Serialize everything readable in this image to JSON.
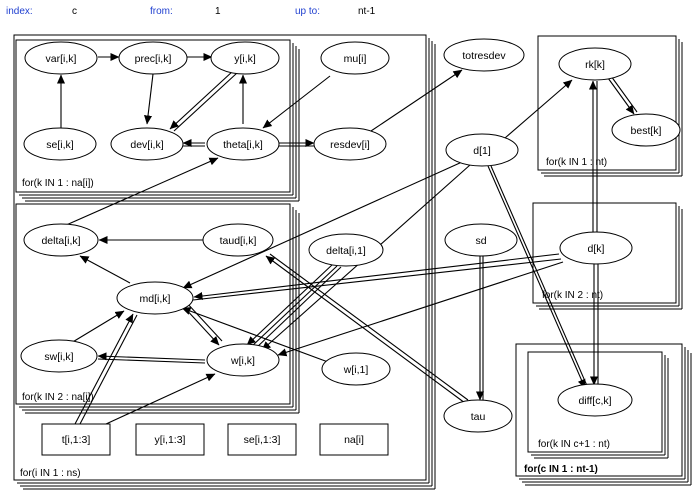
{
  "header": {
    "index_label": "index:",
    "index_value": "c",
    "from_label": "from:",
    "from_value": "1",
    "upto_label": "up to:",
    "upto_value": "nt-1"
  },
  "colors": {
    "label": "#1f3fd0",
    "ink": "#000000"
  },
  "nodes": {
    "var_ik": "var[i,k]",
    "prec_ik": "prec[i,k]",
    "y_ik": "y[i,k]",
    "mu_i": "mu[i]",
    "se_ik": "se[i,k]",
    "dev_ik": "dev[i,k]",
    "theta_ik": "theta[i,k]",
    "resdev_i": "resdev[i]",
    "totresdev": "totresdev",
    "d1": "d[1]",
    "rk_k": "rk[k]",
    "best_k": "best[k]",
    "delta_ik": "delta[i,k]",
    "taud_ik": "taud[i,k]",
    "delta_i1": "delta[i,1]",
    "sd": "sd",
    "d_k": "d[k]",
    "md_ik": "md[i,k]",
    "sw_ik": "sw[i,k]",
    "w_ik": "w[i,k]",
    "w_i1": "w[i,1]",
    "tau": "tau",
    "diff_ck": "diff[c,k]",
    "t_i13": "t[i,1:3]",
    "y_i13": "y[i,1:3]",
    "se_i13": "se[i,1:3]",
    "na_i": "na[i]"
  },
  "plates": {
    "inner_top": "for(k IN 1 : na[i])",
    "inner_mid": "for(k IN 2 : na[i])",
    "outer_i": "for(i IN 1 : ns)",
    "rank": "for(k IN 1 : nt)",
    "dk": "for(k IN 2 : nt)",
    "diff_k": "for(k IN c+1 : nt)",
    "diff_c": "for(c IN 1 : nt-1)"
  }
}
